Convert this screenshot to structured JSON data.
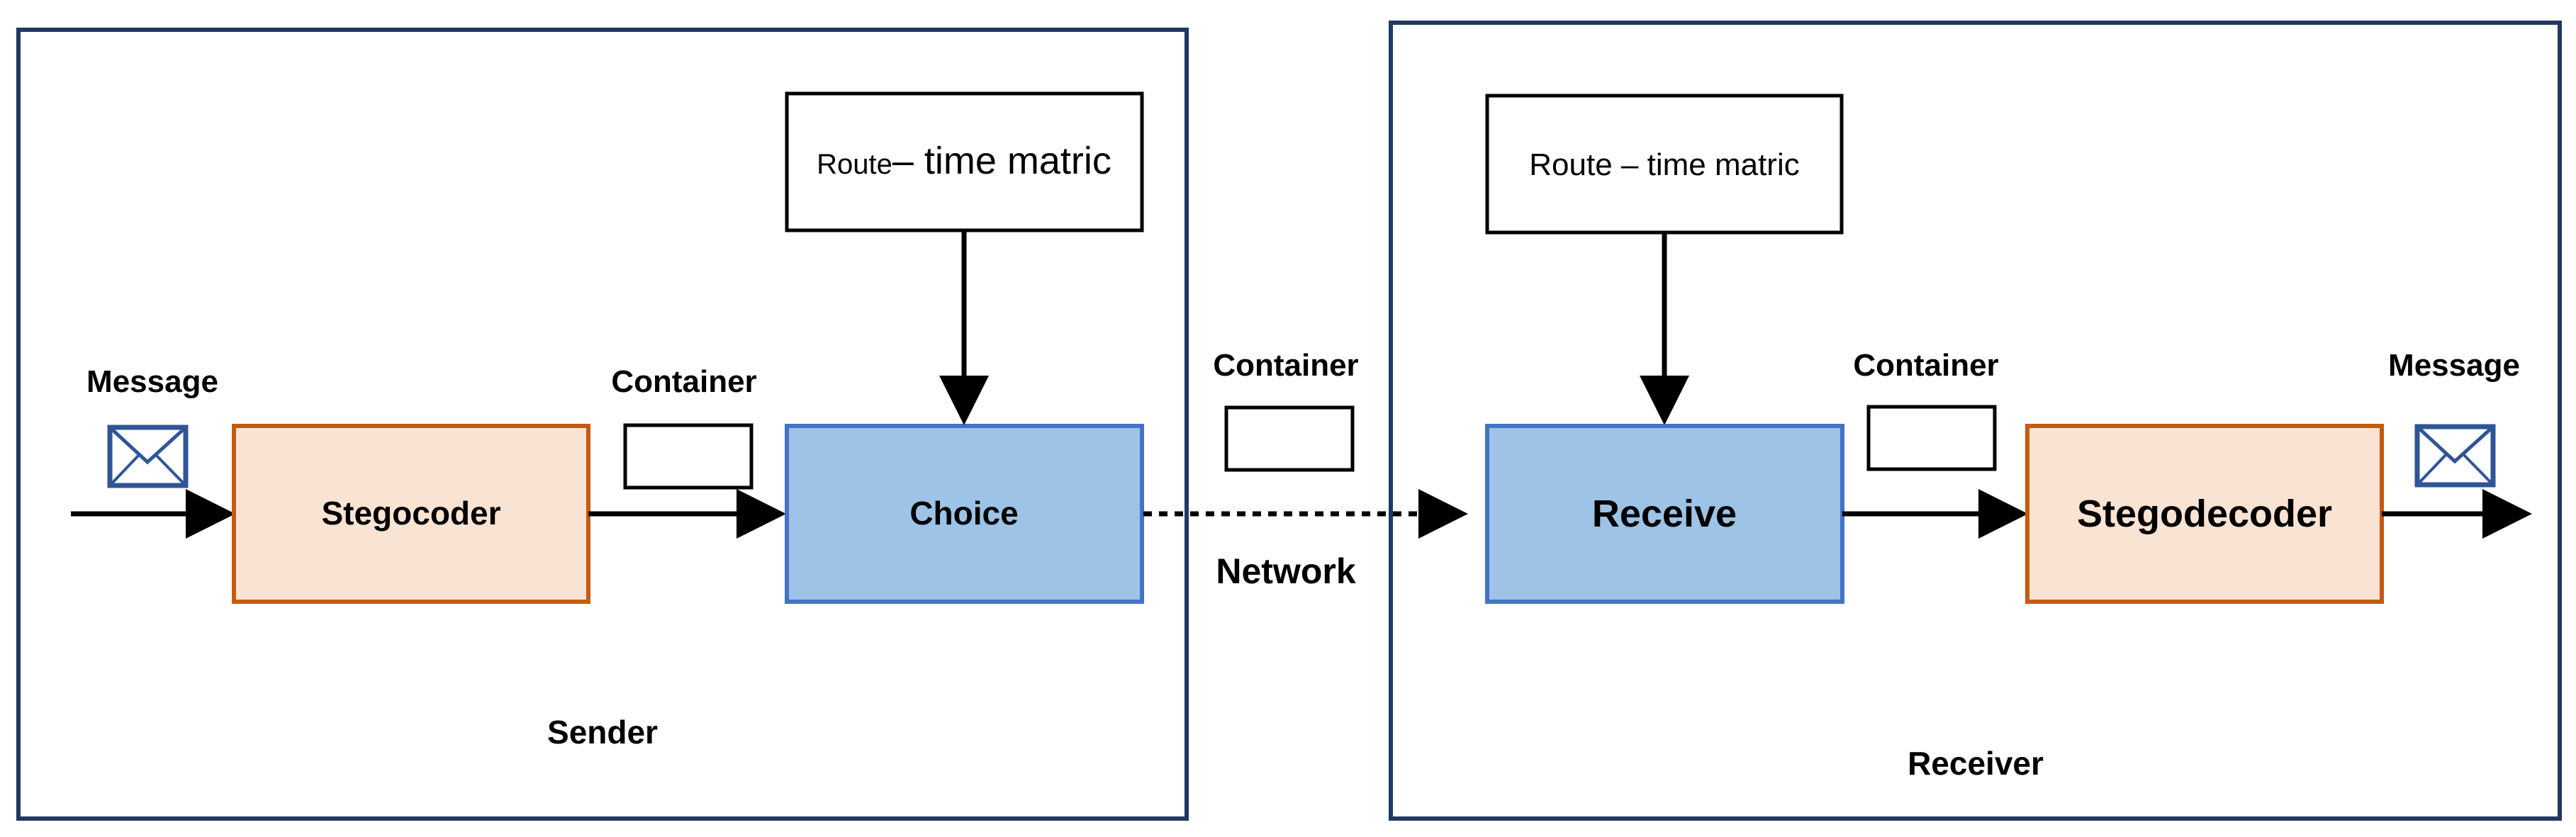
{
  "sender": {
    "title": "Sender",
    "message_label": "Message",
    "stegocoder_label": "Stegocoder",
    "container_label": "Container",
    "choice_label": "Choice",
    "route_prefix": "Route",
    "route_suffix": "– time matric"
  },
  "network": {
    "container_label": "Container",
    "label": "Network"
  },
  "receiver": {
    "title": "Receiver",
    "route_label": "Route – time matric",
    "receive_label": "Receive",
    "container_label": "Container",
    "stegodecoder_label": "Stegodecoder",
    "message_label": "Message"
  },
  "colors": {
    "frame": "#1f3864",
    "process_fill": "#f9e3d3",
    "process_stroke": "#c55a11",
    "node_fill": "#9dc3e6",
    "node_stroke": "#4472c4",
    "envelope": "#2f5597"
  },
  "icons": [
    "envelope-icon",
    "envelope-icon"
  ]
}
